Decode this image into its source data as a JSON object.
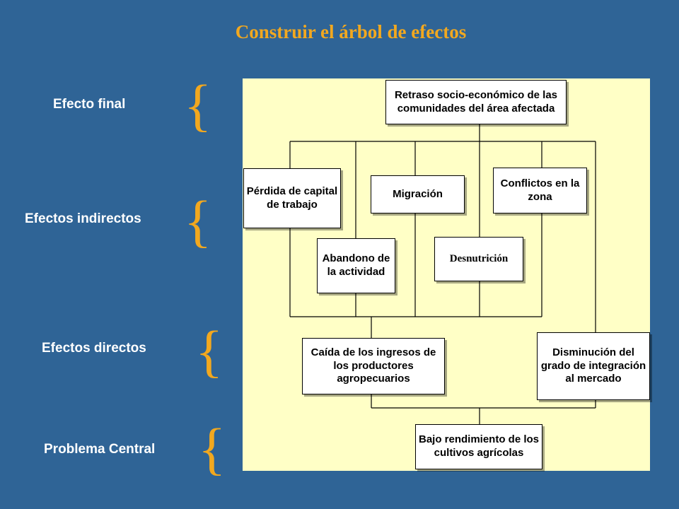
{
  "title": "Construir el árbol de efectos",
  "levels": {
    "final": "Efecto final",
    "indirect": "Efectos indirectos",
    "direct": "Efectos directos",
    "central": "Problema Central"
  },
  "brace_glyph": "{",
  "colors": {
    "background": "#2f6496",
    "title": "#f2a81f",
    "panel": "#ffffc6",
    "box_border": "#000000"
  },
  "nodes": {
    "final_effect": "Retraso socio-económico de las comunidades del área afectada",
    "capital_loss": "Pérdida de capital de trabajo",
    "migration": "Migración",
    "conflicts": "Conflictos en la zona",
    "abandonment": "Abandono de la actividad",
    "malnutrition": "Desnutrición",
    "income_drop": "Caída de los ingresos de los productores agropecuarios",
    "market_integration": "Disminución del grado de integración al mercado",
    "central_problem": "Bajo rendimiento de los cultivos agrícolas"
  }
}
